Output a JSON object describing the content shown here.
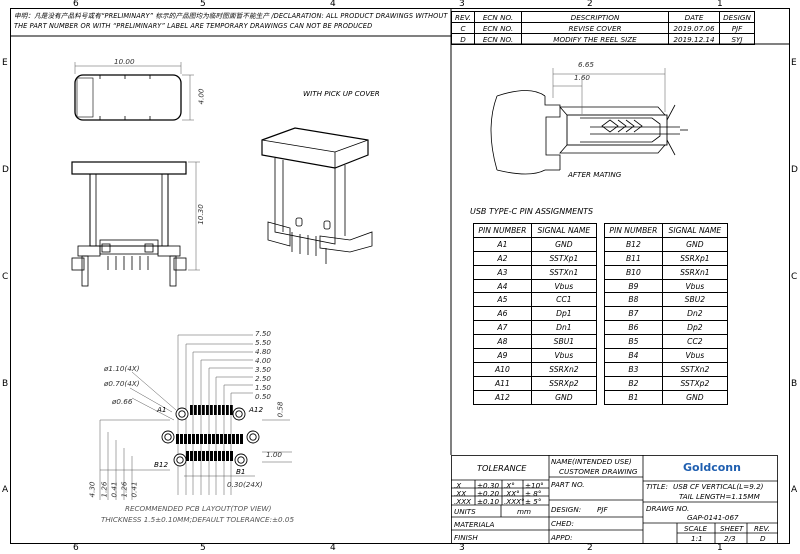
{
  "notice": {
    "text": "申明：凡是没有产品料号或有“PRELIMINARY” 标示的产品图均为临时图面暂不能生产 /DECLARATION: ALL PRODUCT DRAWINGS WITHOUT THE PART NUMBER OR WITH “PRELIMINARY” LABEL ARE TEMPORARY DRAWINGS CAN NOT BE PRODUCED"
  },
  "zones": {
    "top_columns": [
      "6",
      "5",
      "4",
      "3",
      "2",
      "1"
    ],
    "bottom_columns": [
      "6",
      "5",
      "4",
      "3",
      "2",
      "1"
    ],
    "rows": [
      "E",
      "D",
      "C",
      "B",
      "A"
    ]
  },
  "revisions": {
    "headers": [
      "REV.",
      "ECN NO.",
      "DESCRIPTION",
      "DATE",
      "DESIGN"
    ],
    "rows": [
      [
        "C",
        "ECN NO.",
        "REVISE COVER",
        "2019.07.06",
        "PJF"
      ],
      [
        "D",
        "ECN NO.",
        "MODIFY THE REEL SIZE",
        "2019.12.14",
        "SYJ"
      ]
    ]
  },
  "views": {
    "pickup_label": "WITH PICK UP COVER",
    "mating_label": "AFTER MATING",
    "pcb_layout_label": "RECOMMENDED PCB LAYOUT(TOP VIEW)",
    "thickness_label": "THICKNESS 1.5±0.10MM;DEFAULT TOLERANCE:±0.05"
  },
  "dimensions": {
    "top_width": "10.00",
    "top_height": "4.00",
    "front_height": "10.30",
    "mating_total": "6.65",
    "mating_inner": "1.60",
    "pcb_widths": [
      "7.50",
      "5.50",
      "4.80",
      "4.00",
      "3.50",
      "2.50",
      "1.50",
      "0.50"
    ],
    "hole_large": "ø1.10(4X)",
    "hole_small": "ø0.70(4X)",
    "pad_dia": "ø0.66",
    "pad_pitch": "0.30(24X)",
    "pad_height": "1.00",
    "side_058": "0.58",
    "vertical": [
      "4.30",
      "1.26",
      "0.41",
      "1.26",
      "0.41"
    ],
    "pin_a1": "A1",
    "pin_a12": "A12",
    "pin_b1": "B1",
    "pin_b12": "B12"
  },
  "pin_assignments": {
    "title": "USB TYPE-C PIN ASSIGNMENTS",
    "headers": [
      "PIN NUMBER",
      "SIGNAL NAME"
    ],
    "a_side": [
      [
        "A1",
        "GND"
      ],
      [
        "A2",
        "SSTXp1"
      ],
      [
        "A3",
        "SSTXn1"
      ],
      [
        "A4",
        "Vbus"
      ],
      [
        "A5",
        "CC1"
      ],
      [
        "A6",
        "Dp1"
      ],
      [
        "A7",
        "Dn1"
      ],
      [
        "A8",
        "SBU1"
      ],
      [
        "A9",
        "Vbus"
      ],
      [
        "A10",
        "SSRXn2"
      ],
      [
        "A11",
        "SSRXp2"
      ],
      [
        "A12",
        "GND"
      ]
    ],
    "b_side": [
      [
        "B12",
        "GND"
      ],
      [
        "B11",
        "SSRXp1"
      ],
      [
        "B10",
        "SSRXn1"
      ],
      [
        "B9",
        "Vbus"
      ],
      [
        "B8",
        "SBU2"
      ],
      [
        "B7",
        "Dn2"
      ],
      [
        "B6",
        "Dp2"
      ],
      [
        "B5",
        "CC2"
      ],
      [
        "B4",
        "Vbus"
      ],
      [
        "B3",
        "SSTXn2"
      ],
      [
        "B2",
        "SSTXp2"
      ],
      [
        "B1",
        "GND"
      ]
    ]
  },
  "title_block": {
    "tolerance_label": "TOLERANCE",
    "tolerances": [
      [
        ".X",
        "±0.30",
        ".X°",
        "±10°"
      ],
      [
        ".XX",
        "±0.20",
        ".XX°",
        "± 8°"
      ],
      [
        ".XXX",
        "±0.10",
        ".XXX°",
        "± 5°"
      ]
    ],
    "units_label": "UNITS",
    "units_value": "mm",
    "material_label": "MATERIALA",
    "finish_label": "FINISH",
    "name_line1": "NAME(INTENDED USE)",
    "name_line2": "CUSTOMER DRAWING",
    "part_no_label": "PART NO.",
    "design_label": "DESIGN:",
    "design_value": "PJF",
    "checked_label": "CHED:",
    "approved_label": "APPD:",
    "company": "Goldconn",
    "title_label": "TITLE:",
    "title_line1": "USB CF VERTICAL(L=9.2)",
    "title_line2": "TAIL LENGTH=1.15MM",
    "drawing_no_label": "DRAWG NO.",
    "drawing_no": "GAP-0141-067",
    "scale_label": "SCALE",
    "scale_value": "1:1",
    "sheet_label": "SHEET",
    "sheet_value": "2/3",
    "rev_label": "REV.",
    "rev_value": "D"
  }
}
